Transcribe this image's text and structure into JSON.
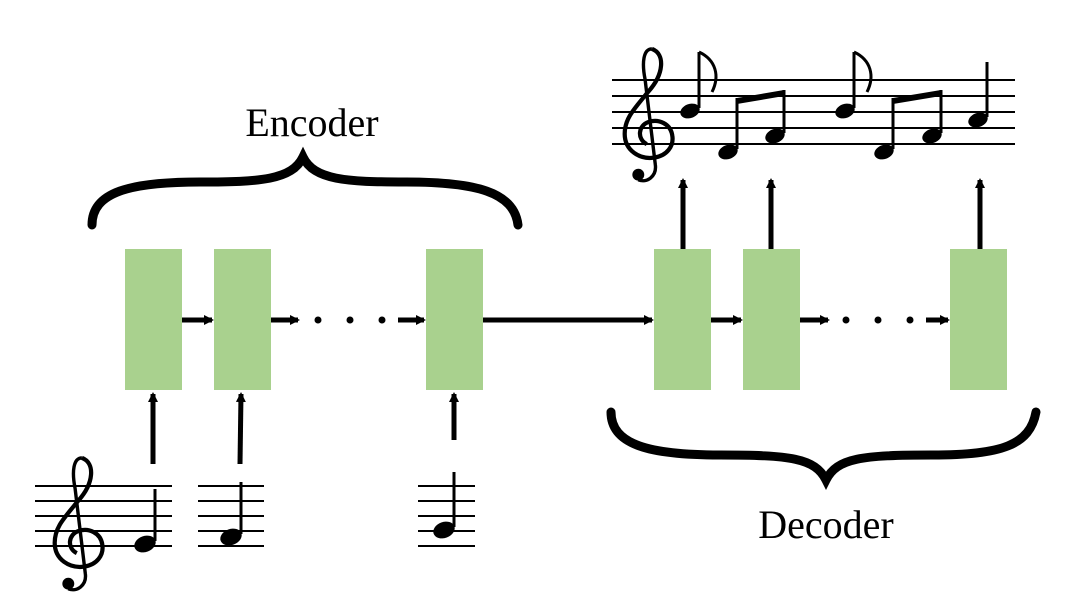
{
  "encoder": {
    "label": "Encoder",
    "cell_count_shown": 3
  },
  "decoder": {
    "label": "Decoder",
    "cell_count_shown": 3
  },
  "colors": {
    "cell": "#a9d18e",
    "ink": "#000000"
  },
  "icons": {
    "input_notes": [
      "treble-clef-staff-note-icon",
      "staff-note-icon",
      "staff-note-icon"
    ],
    "output_score": "melody-score-icon"
  }
}
